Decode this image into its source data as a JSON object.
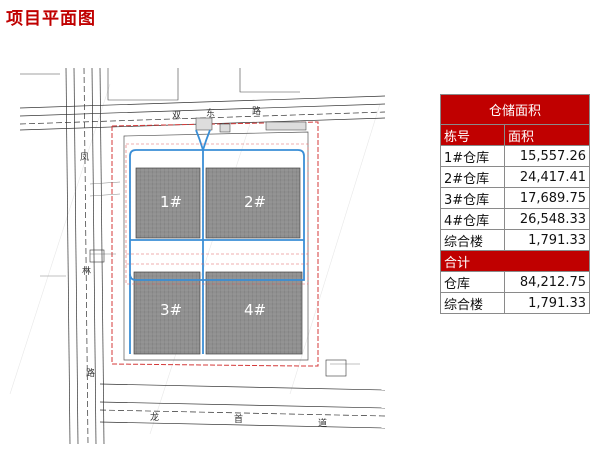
{
  "page": {
    "title": "项目平面图"
  },
  "plan": {
    "buildings": [
      "1#",
      "2#",
      "3#",
      "4#"
    ],
    "roads": [
      "双",
      "东",
      "路",
      "凤",
      "林",
      "路",
      "龙",
      "首",
      "道"
    ]
  },
  "area_table": {
    "title": "仓储面积",
    "headers": [
      "栋号",
      "面积"
    ],
    "rows": [
      {
        "name": "1#仓库",
        "value": "15,557.26"
      },
      {
        "name": "2#仓库",
        "value": "24,417.41"
      },
      {
        "name": "3#仓库",
        "value": "17,689.75"
      },
      {
        "name": "4#仓库",
        "value": "26,548.33"
      },
      {
        "name": "综合楼",
        "value": "1,791.33"
      }
    ],
    "total_label": "合计",
    "total_rows": [
      {
        "name": "仓库",
        "value": "84,212.75"
      },
      {
        "name": "综合楼",
        "value": "1,791.33"
      }
    ]
  },
  "colors": {
    "accent": "#c00000",
    "pipe": "#3a8ed6",
    "building": "#8c8c8c"
  }
}
